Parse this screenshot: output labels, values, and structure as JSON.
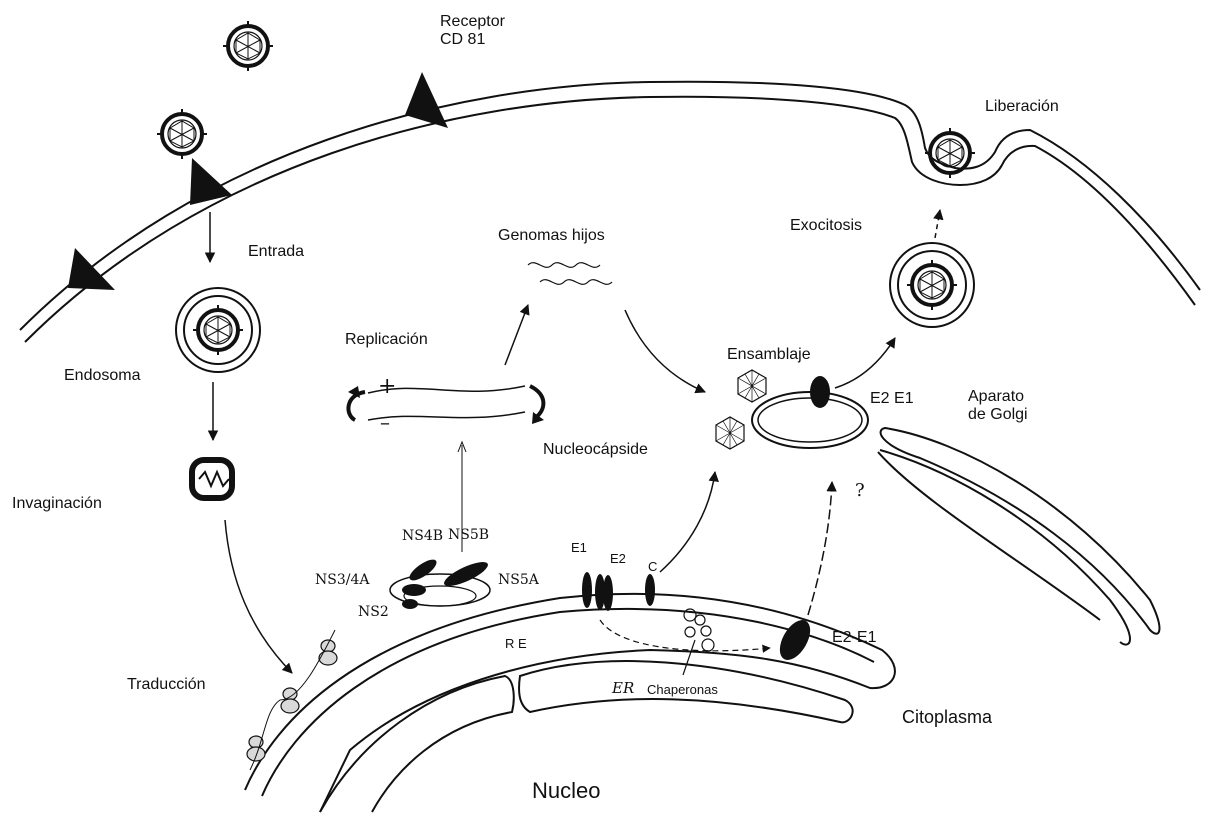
{
  "labels": {
    "receptor_line1": "Receptor",
    "receptor_line2": "CD 81",
    "liberacion": "Liberación",
    "exocitosis": "Exocitosis",
    "entrada": "Entrada",
    "genomas_hijos": "Genomas hijos",
    "replicacion": "Replicación",
    "endosoma": "Endosoma",
    "ensamblaje": "Ensamblaje",
    "e2_e1_top": "E2 E1",
    "aparato_line1": "Aparato",
    "aparato_line2": "de  Golgi",
    "nucleocapside": "Nucleocápside",
    "invaginacion": "Invaginación",
    "question": "?",
    "ns4b": "NS4B",
    "ns5b": "NS5B",
    "ns3_4a": "NS3/4A",
    "ns5a": "NS5A",
    "ns2": "NS2",
    "e1": "E1",
    "e2": "E2",
    "c": "C",
    "e2_e1_lower": "E2-E1",
    "re": "R E",
    "traduccion": "Traducción",
    "er": "ER",
    "chaperonas": "Chaperonas",
    "citoplasma": "Citoplasma",
    "nucleo": "Nucleo",
    "plus": "+",
    "minus": "–"
  },
  "colors": {
    "ink": "#111111",
    "background": "#ffffff",
    "ribosome_fill": "#d9d9d9"
  }
}
